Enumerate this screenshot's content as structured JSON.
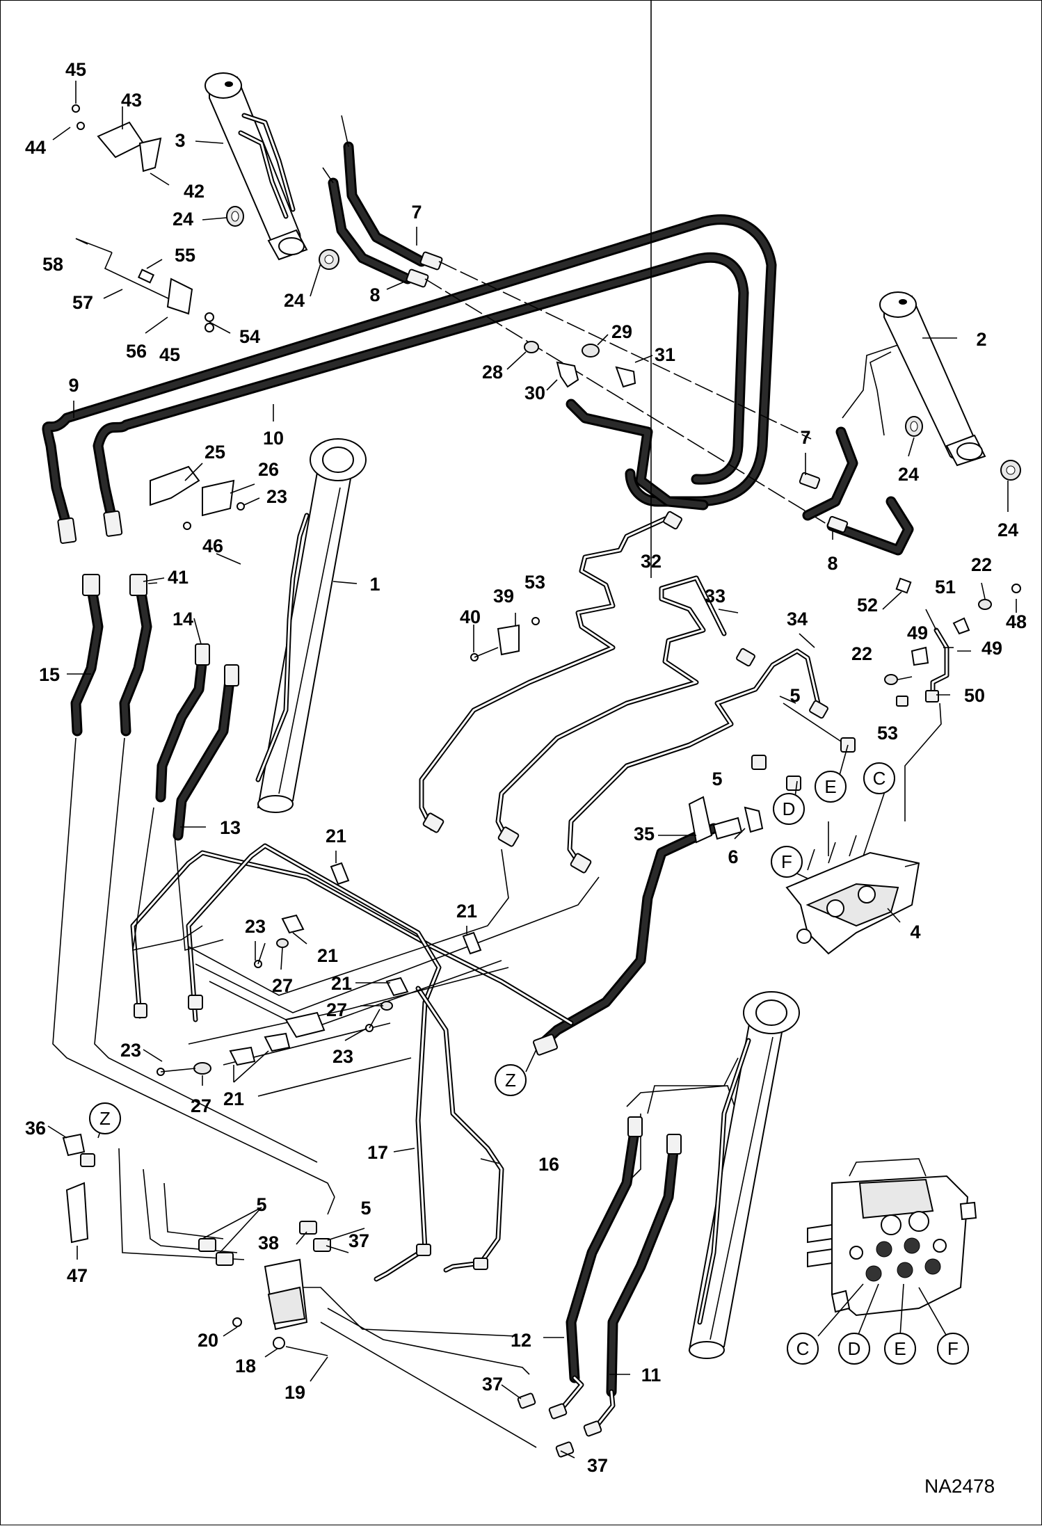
{
  "drawing_code": "NA2478",
  "callouts": [
    {
      "id": "c45a",
      "text": "45"
    },
    {
      "id": "c43",
      "text": "43"
    },
    {
      "id": "c44",
      "text": "44"
    },
    {
      "id": "c3",
      "text": "3"
    },
    {
      "id": "c42",
      "text": "42"
    },
    {
      "id": "c24a",
      "text": "24"
    },
    {
      "id": "c58",
      "text": "58"
    },
    {
      "id": "c55",
      "text": "55"
    },
    {
      "id": "c57",
      "text": "57"
    },
    {
      "id": "c24b",
      "text": "24"
    },
    {
      "id": "c54",
      "text": "54"
    },
    {
      "id": "c56",
      "text": "56"
    },
    {
      "id": "c45b",
      "text": "45"
    },
    {
      "id": "c7a",
      "text": "7"
    },
    {
      "id": "c8a",
      "text": "8"
    },
    {
      "id": "c2",
      "text": "2"
    },
    {
      "id": "c29",
      "text": "29"
    },
    {
      "id": "c31",
      "text": "31"
    },
    {
      "id": "c28",
      "text": "28"
    },
    {
      "id": "c30",
      "text": "30"
    },
    {
      "id": "c9",
      "text": "9"
    },
    {
      "id": "c10",
      "text": "10"
    },
    {
      "id": "c24c",
      "text": "24"
    },
    {
      "id": "c7b",
      "text": "7"
    },
    {
      "id": "c24d",
      "text": "24"
    },
    {
      "id": "c25",
      "text": "25"
    },
    {
      "id": "c26",
      "text": "26"
    },
    {
      "id": "c23a",
      "text": "23"
    },
    {
      "id": "c8b",
      "text": "8"
    },
    {
      "id": "c46",
      "text": "46"
    },
    {
      "id": "c41",
      "text": "41"
    },
    {
      "id": "c1",
      "text": "1"
    },
    {
      "id": "c32",
      "text": "32"
    },
    {
      "id": "c22a",
      "text": "22"
    },
    {
      "id": "c53a",
      "text": "53"
    },
    {
      "id": "c33",
      "text": "33"
    },
    {
      "id": "c52",
      "text": "52"
    },
    {
      "id": "c51",
      "text": "51"
    },
    {
      "id": "c48",
      "text": "48"
    },
    {
      "id": "c14",
      "text": "14"
    },
    {
      "id": "c40",
      "text": "40"
    },
    {
      "id": "c39",
      "text": "39"
    },
    {
      "id": "c34",
      "text": "34"
    },
    {
      "id": "c49a",
      "text": "49"
    },
    {
      "id": "c49b",
      "text": "49"
    },
    {
      "id": "c15",
      "text": "15"
    },
    {
      "id": "c22b",
      "text": "22"
    },
    {
      "id": "c5a",
      "text": "5"
    },
    {
      "id": "c50",
      "text": "50"
    },
    {
      "id": "c53b",
      "text": "53"
    },
    {
      "id": "c5b",
      "text": "5"
    },
    {
      "id": "c13",
      "text": "13"
    },
    {
      "id": "c35",
      "text": "35"
    },
    {
      "id": "c6",
      "text": "6"
    },
    {
      "id": "c21a",
      "text": "21"
    },
    {
      "id": "c4",
      "text": "4"
    },
    {
      "id": "c21b",
      "text": "21"
    },
    {
      "id": "c23b",
      "text": "23"
    },
    {
      "id": "c21c",
      "text": "21"
    },
    {
      "id": "c27a",
      "text": "27"
    },
    {
      "id": "c21d",
      "text": "21"
    },
    {
      "id": "c27b",
      "text": "27"
    },
    {
      "id": "c23c",
      "text": "23"
    },
    {
      "id": "c23d",
      "text": "23"
    },
    {
      "id": "c27c",
      "text": "27"
    },
    {
      "id": "c21e",
      "text": "21"
    },
    {
      "id": "c36",
      "text": "36"
    },
    {
      "id": "c17",
      "text": "17"
    },
    {
      "id": "c16",
      "text": "16"
    },
    {
      "id": "c5c",
      "text": "5"
    },
    {
      "id": "c5d",
      "text": "5"
    },
    {
      "id": "c38",
      "text": "38"
    },
    {
      "id": "c37a",
      "text": "37"
    },
    {
      "id": "c47",
      "text": "47"
    },
    {
      "id": "c20",
      "text": "20"
    },
    {
      "id": "c12",
      "text": "12"
    },
    {
      "id": "c18",
      "text": "18"
    },
    {
      "id": "c11",
      "text": "11"
    },
    {
      "id": "c19",
      "text": "19"
    },
    {
      "id": "c37b",
      "text": "37"
    },
    {
      "id": "c37c",
      "text": "37"
    }
  ],
  "connectors": [
    {
      "id": "cn_D_top",
      "text": "D"
    },
    {
      "id": "cn_E_top",
      "text": "E"
    },
    {
      "id": "cn_C_top",
      "text": "C"
    },
    {
      "id": "cn_F_top",
      "text": "F"
    },
    {
      "id": "cn_Z_mid",
      "text": "Z"
    },
    {
      "id": "cn_Z_left",
      "text": "Z"
    },
    {
      "id": "cn_C_bot",
      "text": "C"
    },
    {
      "id": "cn_D_bot",
      "text": "D"
    },
    {
      "id": "cn_E_bot",
      "text": "E"
    },
    {
      "id": "cn_F_bot",
      "text": "F"
    }
  ]
}
